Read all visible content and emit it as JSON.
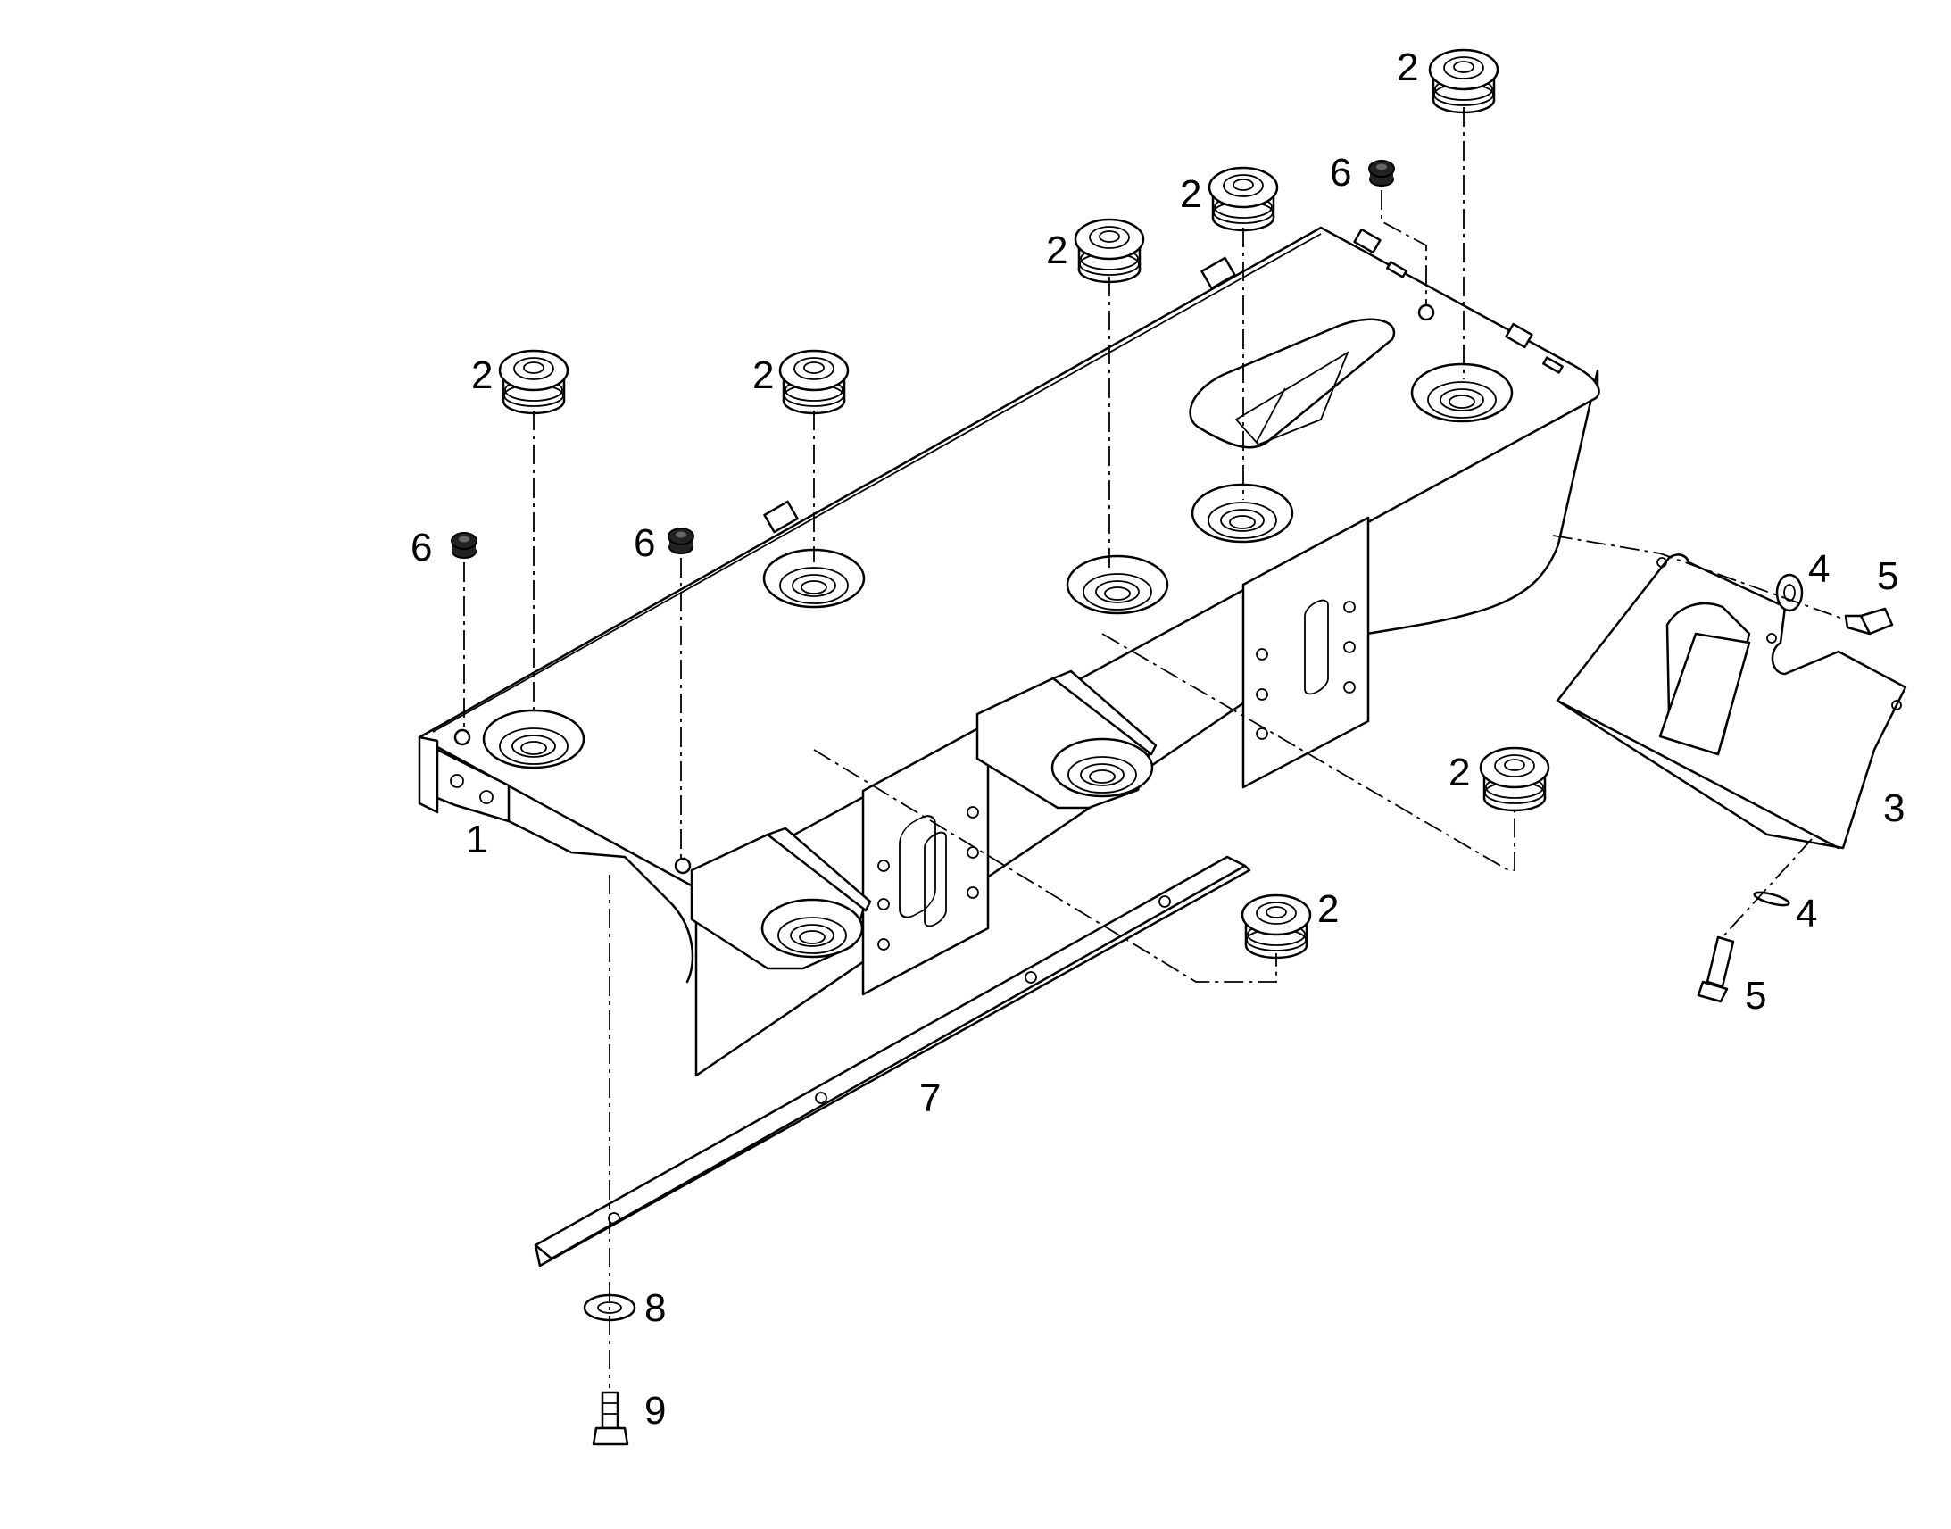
{
  "callouts": [
    {
      "id": "label-1",
      "text": "1"
    },
    {
      "id": "label-2",
      "text": "2"
    },
    {
      "id": "label-3",
      "text": "3"
    },
    {
      "id": "label-4",
      "text": "4"
    },
    {
      "id": "label-5",
      "text": "5"
    },
    {
      "id": "label-6",
      "text": "6"
    },
    {
      "id": "label-7",
      "text": "7"
    },
    {
      "id": "label-8",
      "text": "8"
    },
    {
      "id": "label-9",
      "text": "9"
    }
  ],
  "colors": {
    "line": "#000000",
    "background": "#ffffff",
    "cap_fill": "#222222"
  }
}
